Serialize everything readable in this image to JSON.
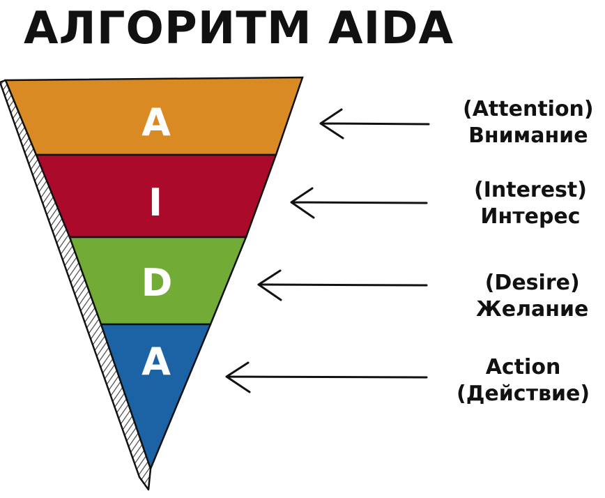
{
  "title": "АЛГОРИТМ AIDA",
  "tiers": [
    {
      "letter": "A",
      "color": "#d98a22",
      "line1": "(Attention)",
      "line2": "Внимание"
    },
    {
      "letter": "I",
      "color": "#ab0a2b",
      "line1": "(Interest)",
      "line2": "Интерес"
    },
    {
      "letter": "D",
      "color": "#72ab35",
      "line1": "(Desire)",
      "line2": "Желание"
    },
    {
      "letter": "A",
      "color": "#1c63a6",
      "line1": "Action",
      "line2": "(Действие)"
    }
  ]
}
